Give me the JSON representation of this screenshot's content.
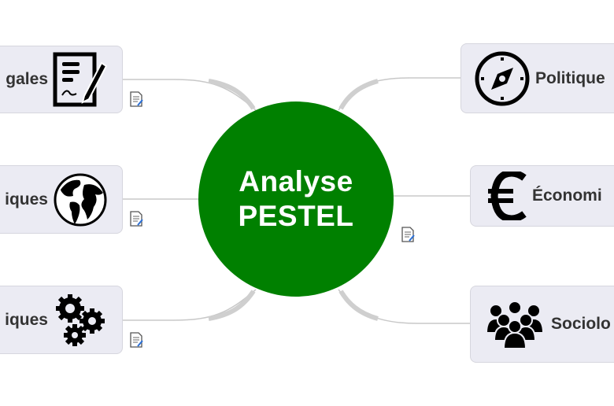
{
  "center": {
    "line1": "Analyse",
    "line2": "PESTEL",
    "color": "#008000"
  },
  "branches": {
    "left": [
      {
        "label": "gales",
        "icon": "contract-signature-icon"
      },
      {
        "label": "iques",
        "icon": "globe-icon"
      },
      {
        "label": "iques",
        "icon": "gears-icon"
      }
    ],
    "right": [
      {
        "label": "Politique",
        "icon": "compass-icon"
      },
      {
        "label": "Économi",
        "icon": "euro-icon"
      },
      {
        "label": "Sociolo",
        "icon": "group-people-icon"
      }
    ]
  },
  "note_icon": "note-edit-icon"
}
